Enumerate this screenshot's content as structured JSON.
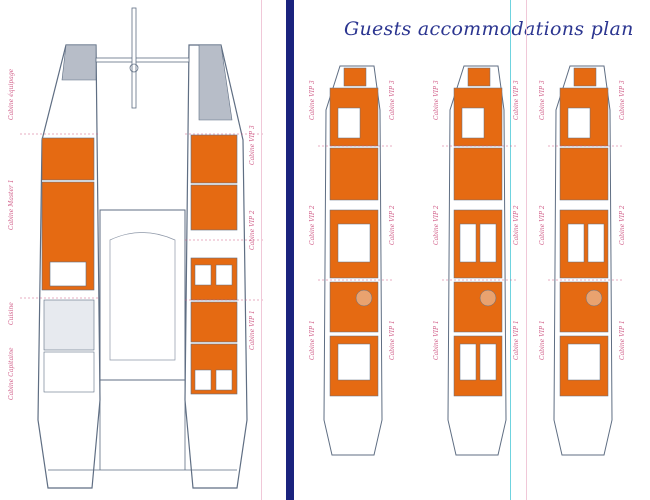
{
  "title": "Guests accommodations plan",
  "colors": {
    "accent_orange": "#e56a12",
    "divider_navy": "#1a237e",
    "title_blue": "#2b3590",
    "label_pink": "#d05b86",
    "outline_gray": "#5f6e83"
  },
  "left_plan": {
    "port_labels": [
      "Cabine équipage",
      "Cabine Master 1",
      "Cuisine",
      "Cabine Capitaine"
    ],
    "starboard_labels": [
      "Cabine VIP 3",
      "Cabine VIP 2",
      "Cabine VIP 1"
    ]
  },
  "right_plans": [
    {
      "labels_left": [
        "Cabine VIP 3",
        "Cabine VIP 2",
        "Cabine VIP 1"
      ],
      "labels_right": [
        "Cabine VIP 3",
        "Cabine VIP 2",
        "Cabine VIP 1"
      ]
    },
    {
      "labels_left": [
        "Cabine VIP 3",
        "Cabine VIP 2",
        "Cabine VIP 1"
      ],
      "labels_right": [
        "Cabine VIP 3",
        "Cabine VIP 2",
        "Cabine VIP 1"
      ]
    },
    {
      "labels_left": [
        "Cabine VIP 3",
        "Cabine VIP 2",
        "Cabine VIP 1"
      ],
      "labels_right": [
        "Cabine VIP 3",
        "Cabine VIP 2",
        "Cabine VIP 1"
      ]
    }
  ]
}
